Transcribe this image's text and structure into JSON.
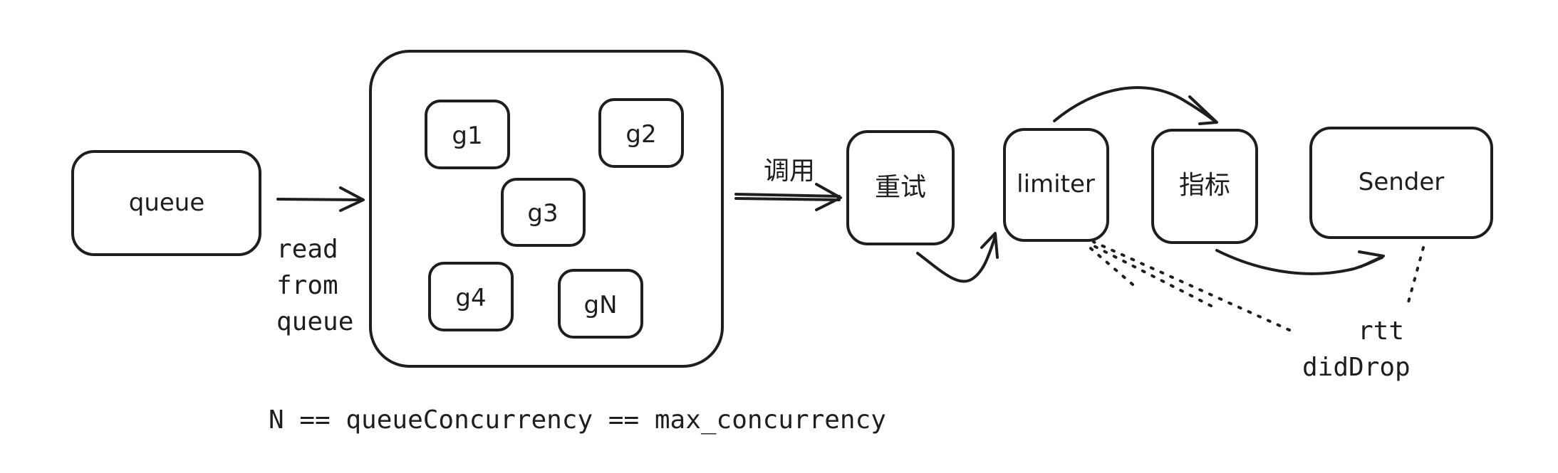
{
  "nodes": {
    "queue": "queue",
    "g1": "g1",
    "g2": "g2",
    "g3": "g3",
    "g4": "g4",
    "gN": "gN",
    "retry": "重试",
    "limiter": "limiter",
    "metrics": "指标",
    "sender": "Sender"
  },
  "labels": {
    "read_from_queue": [
      "read",
      "from",
      "queue"
    ],
    "invoke": "调用",
    "rtt": "rtt",
    "didDrop": "didDrop",
    "formula": "N == queueConcurrency == max_concurrency"
  },
  "colors": {
    "stroke": "#1e1e1e",
    "background": "#ffffff"
  }
}
